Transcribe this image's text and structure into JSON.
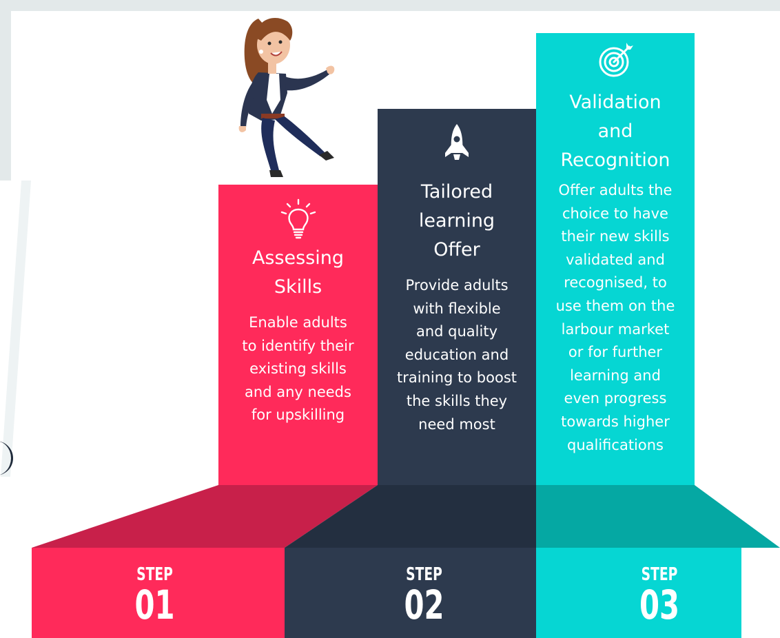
{
  "colors": {
    "step1": "#ff2a5a",
    "step1_dark": "#c8204a",
    "step2": "#2d3a4e",
    "step2_dark": "#232f40",
    "step3": "#06d6d3",
    "step3_dark": "#05a8a3"
  },
  "pillars": [
    {
      "icon": "lightbulb-icon",
      "title": "Assessing\nSkills",
      "description": "Enable adults\nto identify their\nexisting skills\nand any needs\nfor upskilling"
    },
    {
      "icon": "rocket-icon",
      "title": "Tailored\nlearning\nOffer",
      "description": "Provide adults\nwith flexible\nand quality\neducation and\ntraining to boost\nthe skills they\nneed most"
    },
    {
      "icon": "target-icon",
      "title": "Validation\nand\nRecognition",
      "description": "Offer adults the\nchoice to have\ntheir new skills\nvalidated and\nrecognised, to\nuse them on the\nlarbour market\nor for further\nlearning and\neven progress\ntowards higher\nqualifications"
    }
  ],
  "steps": [
    {
      "word": "STEP",
      "number": "01"
    },
    {
      "word": "STEP",
      "number": "02"
    },
    {
      "word": "STEP",
      "number": "03"
    }
  ]
}
